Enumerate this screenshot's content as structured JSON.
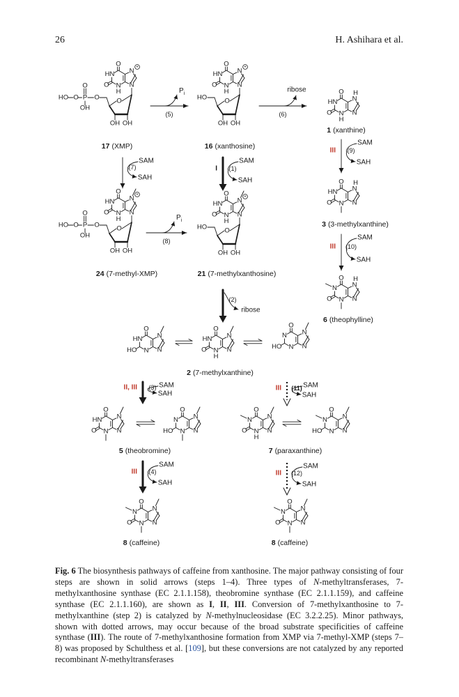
{
  "header": {
    "page_number": "26",
    "running_head": "H. Ashihara et al."
  },
  "colors": {
    "enzyme_roman": "#c0392b",
    "citation": "#2b55a0",
    "ink": "#1a1a1a"
  },
  "atoms": {
    "HN": "HN",
    "N": "N",
    "NH": "N",
    "H": "H",
    "O": "O",
    "HO": "HO",
    "P": "P",
    "OH": "OH",
    "plus": "+"
  },
  "compounds": {
    "c17": {
      "number": "17",
      "name": "(XMP)"
    },
    "c16": {
      "number": "16",
      "name": "(xanthosine)"
    },
    "c1": {
      "number": "1",
      "name": "(xanthine)"
    },
    "c24": {
      "number": "24",
      "name": "(7-methyl-XMP)"
    },
    "c21": {
      "number": "21",
      "name": "(7-methylxanthosine)"
    },
    "c3": {
      "number": "3",
      "name": "(3-methylxanthine)"
    },
    "c6": {
      "number": "6",
      "name": "(theophylline)"
    },
    "c2": {
      "number": "2",
      "name": "(7-methylxanthine)"
    },
    "c5": {
      "number": "5",
      "name": "(theobromine)"
    },
    "c7": {
      "number": "7",
      "name": "(paraxanthine)"
    },
    "c8a": {
      "number": "8",
      "name": "(caffeine)"
    },
    "c8b": {
      "number": "8",
      "name": "(caffeine)"
    }
  },
  "reagents": {
    "pi": "P",
    "pi_sub": "i",
    "ribose": "ribose",
    "sam": "SAM",
    "sah": "SAH"
  },
  "steps": {
    "s1": "(1)",
    "s2": "(2)",
    "s3": "(3)",
    "s4": "(4)",
    "s5": "(5)",
    "s6": "(6)",
    "s7": "(7)",
    "s8": "(8)",
    "s9": "(9)",
    "s10": "(10)",
    "s11": "(11)",
    "s12": "(12)"
  },
  "enzymes": {
    "I": "I",
    "II_III": "II, III",
    "III": "III"
  },
  "caption": {
    "label": "Fig. 6",
    "t1": " The biosynthesis pathways of caffeine from xanthosine. The major pathway consisting of four steps are shown in solid arrows (steps 1–4). Three types of ",
    "i1": "N",
    "t2": "-methyltransferases, 7-methylxanthosine synthase (EC 2.1.1.158), theobromine synthase (EC 2.1.1.159), and caffeine synthase (EC 2.1.1.160), are shown as ",
    "b1": "I",
    "t3": ", ",
    "b2": "II",
    "t4": ", ",
    "b3": "III",
    "t5": ". Conversion of 7-methylxanthosine to 7-methylxanthine (step 2) is catalyzed by ",
    "i2": "N",
    "t6": "-methylnucleosidase (EC 3.2.2.25). Minor pathways, shown with dotted arrows, may occur because of the broad substrate specificities of caffeine synthase (",
    "b4": "III",
    "t7": "). The route of 7-methylxanthosine formation from XMP via 7-methyl-XMP (steps 7–8) was proposed by Schulthess et al. [",
    "ref": "109",
    "t8": "], but these conversions are not catalyzed by any reported recombinant ",
    "i3": "N",
    "t9": "-methyltransferases"
  }
}
